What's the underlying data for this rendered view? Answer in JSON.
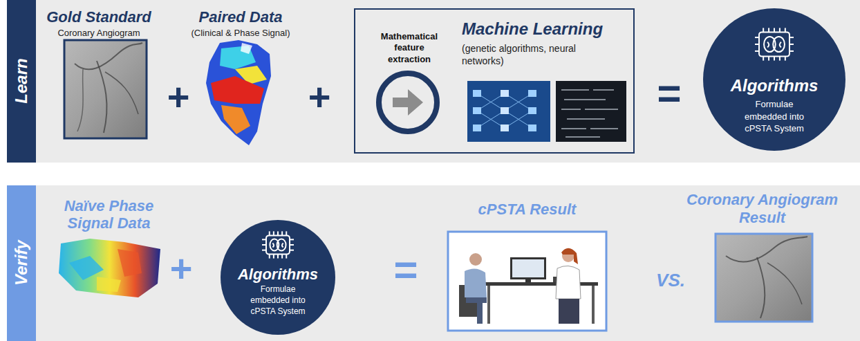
{
  "diagram": {
    "nodes": [
      {
        "text": [
          "Learn"
        ]
      },
      {
        "text": [
          "Gold Standard",
          "Coronary Angiogram"
        ],
        "in": 0
      },
      {
        "text": [
          "Paired Data",
          "(Clinical & Phase Signal)"
        ],
        "in": 0
      },
      {
        "text": [
          "Mathematical feature extraction",
          "Machine Learning",
          "(genetic algorithms, neural networks)"
        ],
        "in": 0
      },
      {
        "text": [
          "Algorithms",
          "Formulae embedded into cPSTA System"
        ],
        "in": 0
      },
      {
        "text": [
          "Verify"
        ]
      },
      {
        "text": [
          "Naïve Phase Signal Data"
        ],
        "in": 5
      },
      {
        "text": [
          "Algorithms",
          "Formulae embedded into cPSTA System"
        ],
        "in": 5
      },
      {
        "text": [
          "cPSTA Result"
        ],
        "in": 5
      },
      {
        "text": [
          "Coronary Angiogram Result"
        ],
        "in": 5
      }
    ],
    "labels": [
      "+",
      "+",
      "=",
      "+",
      "=",
      "VS."
    ]
  }
}
